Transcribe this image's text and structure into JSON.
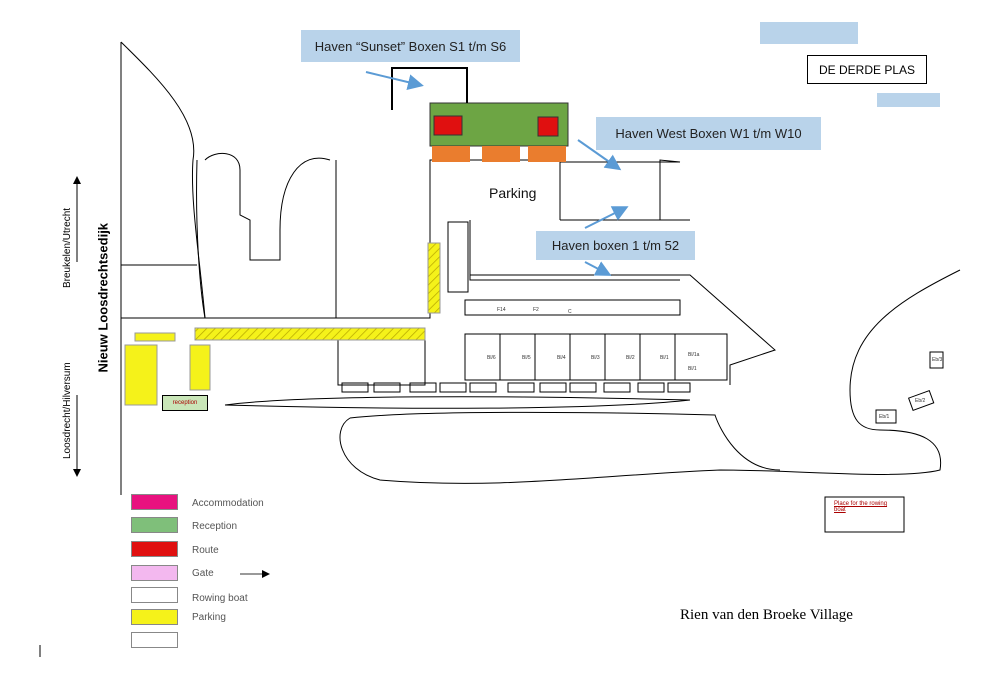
{
  "labels": {
    "sunset": "Haven “Sunset” Boxen S1 t/m S6",
    "derde_plas": "DE DERDE PLAS",
    "west": "Haven West Boxen W1 t/m W10",
    "parking": "Parking",
    "haven_boxen": "Haven boxen 1 t/m 52",
    "breukelen": "Breukelen/Utrecht",
    "road": "Nieuw Loosdrechtsedijk",
    "loosdrecht": "Loosdrecht/Hilversum",
    "reception": "reception",
    "rowing_place": "Place for the rowing boat",
    "village": "Rien van den Broeke Village"
  },
  "units": {
    "row": [
      "Bl/6",
      "Bl/5",
      "Bl/4",
      "Bl/3",
      "Bl/2",
      "Bl/1",
      "Bl/1a",
      "Bl/1"
    ],
    "east": [
      "Eb/1",
      "Eb/2",
      "Eb/3"
    ],
    "sheds": [
      "F14",
      "F2",
      "C"
    ]
  },
  "legend": [
    {
      "label": "Accommodation",
      "color": "#e8127f"
    },
    {
      "label": "Reception",
      "color": "#7fbf7a"
    },
    {
      "label": "Route",
      "color": "#e01010"
    },
    {
      "label": "Gate",
      "color": "#f3b8ef"
    },
    {
      "label": "Rowing boat",
      "color": "#ffffff"
    },
    {
      "label": "Parking",
      "color": "#f5f21a"
    },
    {
      "label": "",
      "color": "#ffffff"
    }
  ],
  "colors": {
    "water_label": "#b9d3ea",
    "reception": "#6da544",
    "route": "#e01010",
    "buildings": "#ea7d2e",
    "parking": "#f5f21a",
    "arrow": "#5b9bd5"
  }
}
